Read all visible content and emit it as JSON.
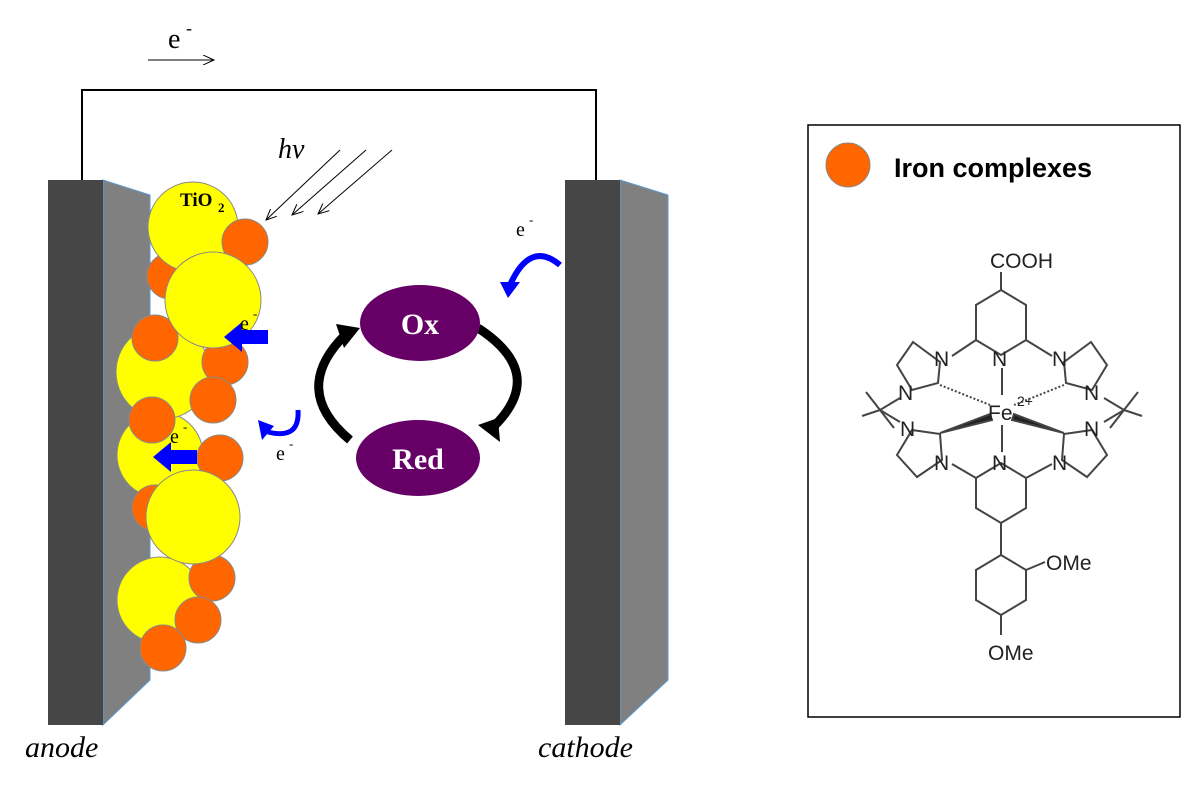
{
  "cell": {
    "electron_top": "e",
    "electron_sup": "-",
    "light": "hv",
    "tio2": "TiO",
    "tio2_sub": "2",
    "ox": "Ox",
    "red": "Red",
    "anode": "anode",
    "cathode": "cathode",
    "electron_label": "e",
    "electron_label_sup": "-"
  },
  "legend": {
    "title": "Iron complexes",
    "marker_color": "#FF6600"
  },
  "molecule": {
    "cooh": "COOH",
    "n": "N",
    "fe": "Fe",
    "fe_charge": "2+",
    "ome": "OMe"
  },
  "colors": {
    "tio2": "#FFFF00",
    "dye": "#FF6600",
    "redox": "#660066",
    "electron_arrow": "#0000FF",
    "electrode_dark": "#464646",
    "electrode_light": "#808080"
  }
}
